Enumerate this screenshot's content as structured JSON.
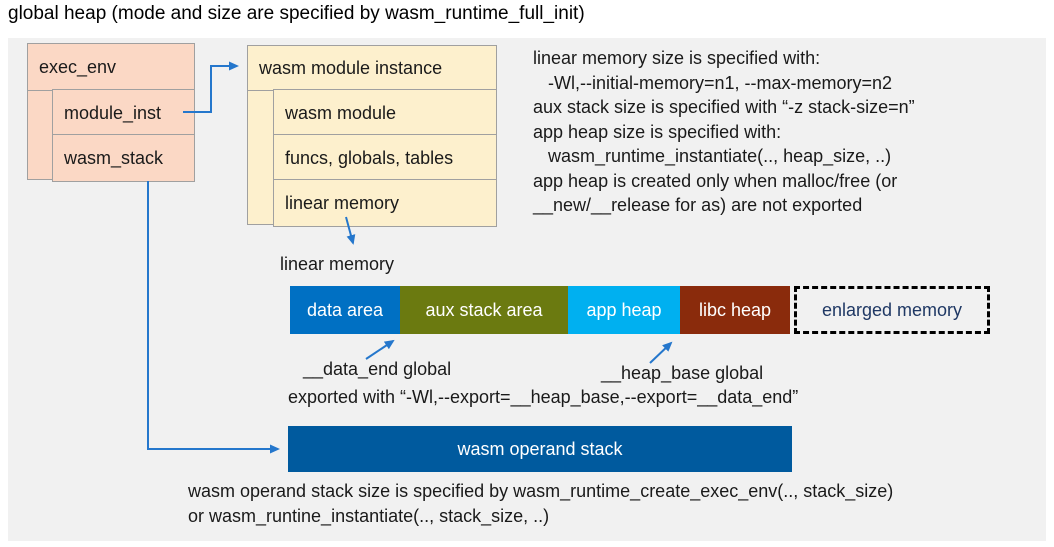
{
  "title": "global heap (mode and size are specified by wasm_runtime_full_init)",
  "colors": {
    "panel_bg": "#f1f1f1",
    "exec_env_fill": "#fbd8c5",
    "module_fill": "#fdf0cd",
    "box_border": "#a0a0a0",
    "arrow_blue": "#2577cc",
    "data_area": "#0070c3",
    "aux_stack_area": "#6b7a10",
    "app_heap": "#00b0f0",
    "libc_heap": "#8a2b0c",
    "operand_stack": "#005a9e",
    "enlarged_text": "#1f3864"
  },
  "exec_env": {
    "title": "exec_env",
    "rows": [
      {
        "label": "module_inst"
      },
      {
        "label": "wasm_stack"
      }
    ]
  },
  "module_instance": {
    "title": "wasm module instance",
    "rows": [
      {
        "label": "wasm module"
      },
      {
        "label": "funcs, globals, tables"
      },
      {
        "label": "linear memory"
      }
    ]
  },
  "notes": {
    "lines": "linear memory size is specified with:\n   -Wl,--initial-memory=n1, --max-memory=n2\naux stack size is specified with “-z stack-size=n”\napp heap size is specified with:\n   wasm_runtime_instantiate(.., heap_size, ..)\napp heap is created only when malloc/free (or\n__new/__release for as) are not exported"
  },
  "linear_memory": {
    "label": "linear memory",
    "segments": [
      {
        "label": "data area",
        "color": "#0070c3"
      },
      {
        "label": "aux stack area",
        "color": "#6b7a10"
      },
      {
        "label": "app heap",
        "color": "#00b0f0"
      },
      {
        "label": "libc heap",
        "color": "#8a2b0c"
      }
    ],
    "enlarged_label": "enlarged memory"
  },
  "annotations": {
    "data_end": "__data_end global",
    "heap_base": "__heap_base global",
    "exported": "exported with “-Wl,--export=__heap_base,--export=__data_end”"
  },
  "operand_stack": {
    "label": "wasm operand stack"
  },
  "footnote": {
    "line1": "wasm operand stack size is specified by wasm_runtime_create_exec_env(.., stack_size)",
    "line2": "or wasm_runtine_instantiate(.., stack_size, ..)"
  }
}
